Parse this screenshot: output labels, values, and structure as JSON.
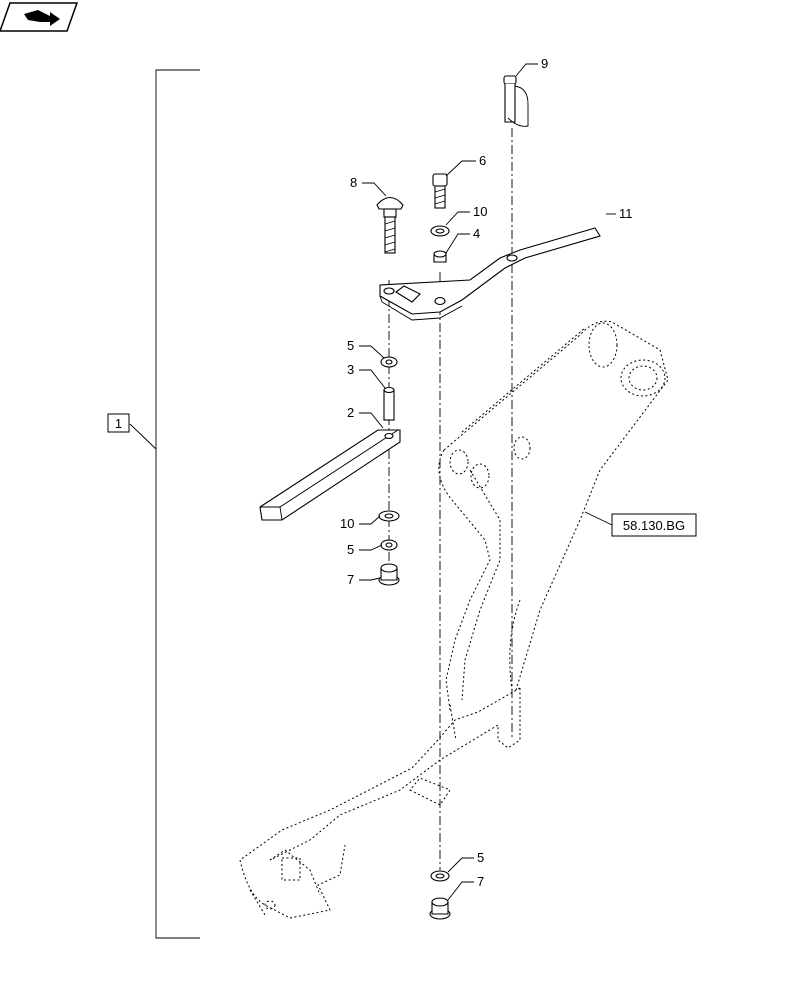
{
  "nav_icon": "open-book-arrow-icon",
  "assembly_label": "1",
  "reference_label": "58.130.BG",
  "callouts": {
    "c2": "2",
    "c3": "3",
    "c4": "4",
    "c5a": "5",
    "c5b": "5",
    "c5c": "5",
    "c6": "6",
    "c7a": "7",
    "c7b": "7",
    "c8": "8",
    "c9": "9",
    "c10a": "10",
    "c10b": "10",
    "c11": "11"
  }
}
